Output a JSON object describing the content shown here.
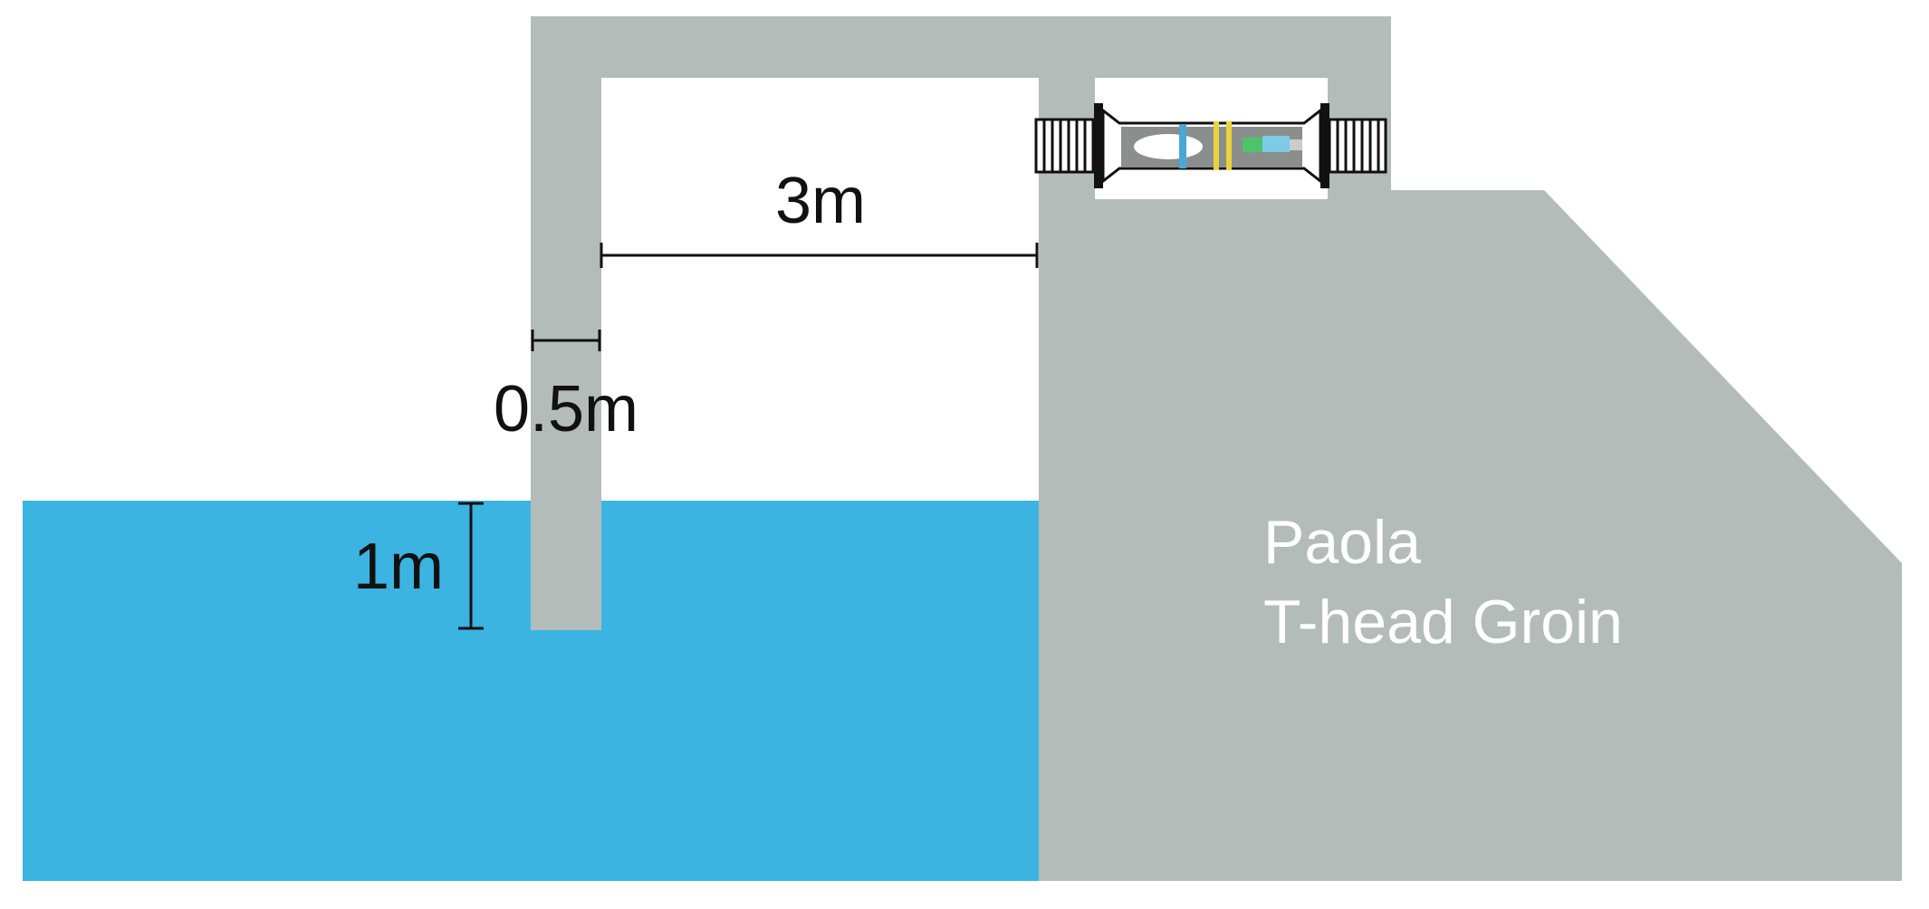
{
  "colors": {
    "water": "#3bb4e1",
    "structure": "#b4bcba",
    "background": "#ffffff",
    "dimension_line": "#111111",
    "site_label": "#ffffff"
  },
  "dimensions": {
    "span_label": "3m",
    "wall_thickness_label": "0.5m",
    "submersion_depth_label": "1m"
  },
  "site": {
    "name_line1": "Paola",
    "name_line2": "T-head Groin"
  },
  "icons": {
    "device": "tube-sensor-device-icon"
  }
}
